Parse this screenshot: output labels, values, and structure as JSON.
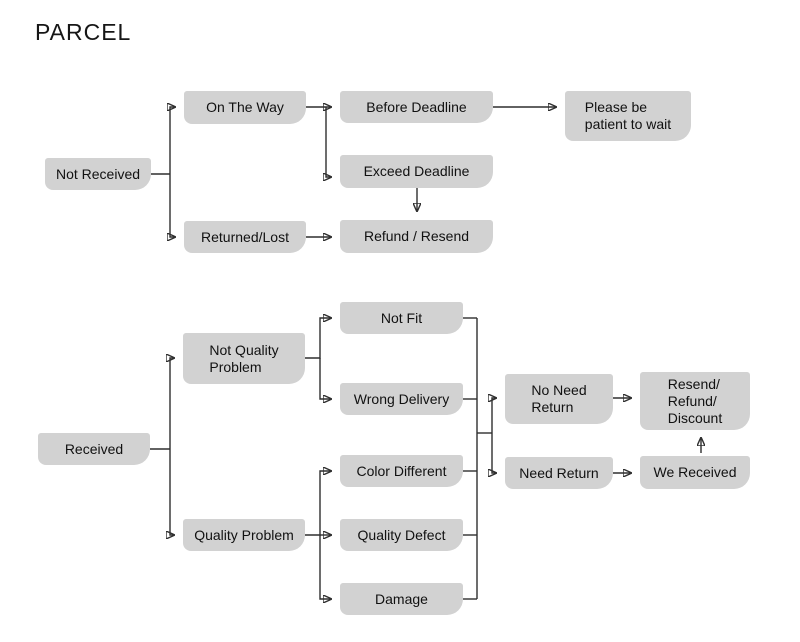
{
  "title": "PARCEL",
  "colors": {
    "background": "#ffffff",
    "box_fill": "#d2d2d2",
    "connector": "#2f2f2f",
    "text": "#111111"
  },
  "flowchart": {
    "nodes": {
      "not_received": {
        "label": "Not Received"
      },
      "on_the_way": {
        "label": "On The Way"
      },
      "returned_lost": {
        "label": "Returned/Lost"
      },
      "before_deadline": {
        "label": "Before Deadline"
      },
      "exceed_deadline": {
        "label": "Exceed Deadline"
      },
      "refund_resend": {
        "label": "Refund / Resend"
      },
      "please_wait": {
        "label": "Please be\npatient to wait"
      },
      "received": {
        "label": "Received"
      },
      "not_quality_problem": {
        "label": "Not Quality\nProblem"
      },
      "quality_problem": {
        "label": "Quality Problem"
      },
      "not_fit": {
        "label": "Not Fit"
      },
      "wrong_delivery": {
        "label": "Wrong Delivery"
      },
      "color_different": {
        "label": "Color Different"
      },
      "quality_defect": {
        "label": "Quality Defect"
      },
      "damage": {
        "label": "Damage"
      },
      "no_need_return": {
        "label": "No Need\nReturn"
      },
      "need_return": {
        "label": "Need Return"
      },
      "resend_refund_discount": {
        "label": "Resend/\nRefund/\nDiscount"
      },
      "we_received": {
        "label": "We Received"
      }
    },
    "edges": [
      {
        "from": "not_received",
        "to": "on_the_way"
      },
      {
        "from": "not_received",
        "to": "returned_lost"
      },
      {
        "from": "on_the_way",
        "to": "before_deadline"
      },
      {
        "from": "on_the_way",
        "to": "exceed_deadline"
      },
      {
        "from": "before_deadline",
        "to": "please_wait"
      },
      {
        "from": "exceed_deadline",
        "to": "refund_resend"
      },
      {
        "from": "returned_lost",
        "to": "refund_resend"
      },
      {
        "from": "received",
        "to": "not_quality_problem"
      },
      {
        "from": "received",
        "to": "quality_problem"
      },
      {
        "from": "not_quality_problem",
        "to": "not_fit"
      },
      {
        "from": "not_quality_problem",
        "to": "wrong_delivery"
      },
      {
        "from": "quality_problem",
        "to": "color_different"
      },
      {
        "from": "quality_problem",
        "to": "quality_defect"
      },
      {
        "from": "quality_problem",
        "to": "damage"
      },
      {
        "from": "not_fit",
        "to": "return_decision"
      },
      {
        "from": "wrong_delivery",
        "to": "return_decision"
      },
      {
        "from": "color_different",
        "to": "return_decision"
      },
      {
        "from": "quality_defect",
        "to": "return_decision"
      },
      {
        "from": "damage",
        "to": "return_decision"
      },
      {
        "from": "return_decision",
        "to": "no_need_return"
      },
      {
        "from": "return_decision",
        "to": "need_return"
      },
      {
        "from": "no_need_return",
        "to": "resend_refund_discount"
      },
      {
        "from": "need_return",
        "to": "we_received"
      },
      {
        "from": "we_received",
        "to": "resend_refund_discount"
      }
    ]
  }
}
